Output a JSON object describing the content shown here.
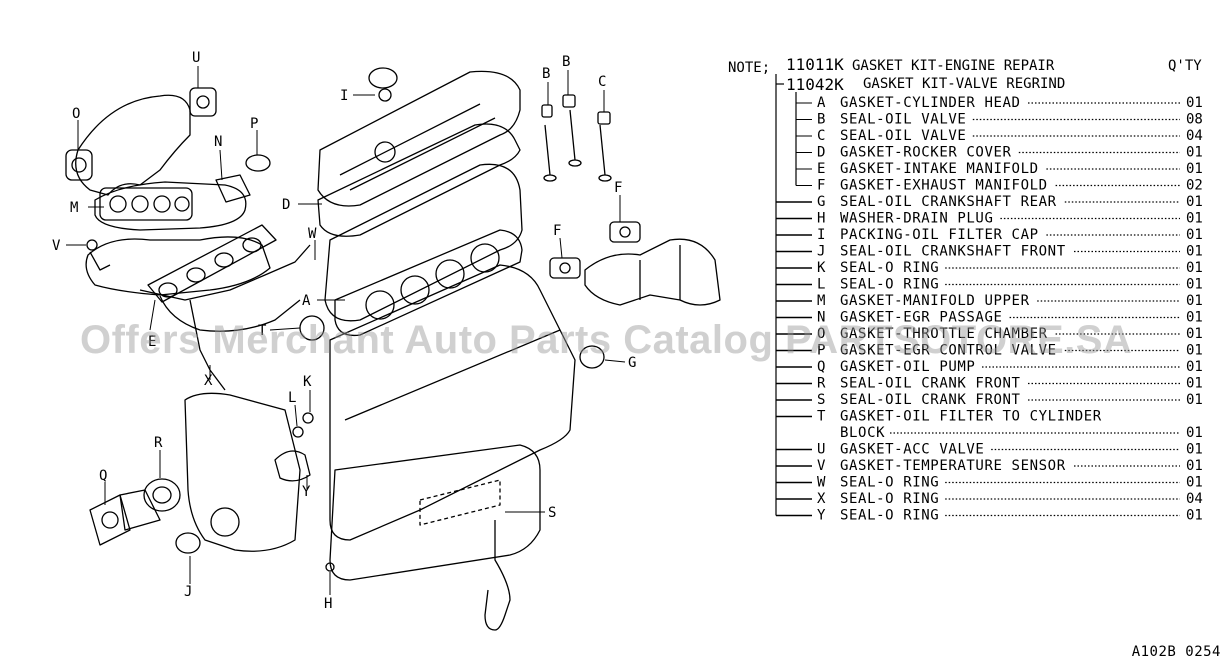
{
  "diagram": {
    "part_labels": [
      "A",
      "B",
      "B",
      "C",
      "D",
      "E",
      "F",
      "F",
      "G",
      "H",
      "I",
      "J",
      "K",
      "L",
      "M",
      "N",
      "O",
      "P",
      "Q",
      "R",
      "S",
      "T",
      "U",
      "V",
      "W",
      "X",
      "Y"
    ]
  },
  "legend": {
    "note_prefix": "NOTE;",
    "kit_main": {
      "code": "11011K",
      "name": "GASKET KIT-ENGINE REPAIR"
    },
    "qty_header": "Q'TY",
    "kit_sub": {
      "code": "11042K",
      "name": "GASKET KIT-VALVE REGRIND"
    },
    "items": [
      {
        "letter": "A",
        "name": "GASKET-CYLINDER HEAD",
        "qty": "01",
        "sub": true
      },
      {
        "letter": "B",
        "name": "SEAL-OIL VALVE",
        "qty": "08",
        "sub": true
      },
      {
        "letter": "C",
        "name": "SEAL-OIL VALVE",
        "qty": "04",
        "sub": true
      },
      {
        "letter": "D",
        "name": "GASKET-ROCKER COVER",
        "qty": "01",
        "sub": true
      },
      {
        "letter": "E",
        "name": "GASKET-INTAKE MANIFOLD",
        "qty": "01",
        "sub": true
      },
      {
        "letter": "F",
        "name": "GASKET-EXHAUST MANIFOLD",
        "qty": "02",
        "sub": true
      },
      {
        "letter": "G",
        "name": "SEAL-OIL CRANKSHAFT REAR",
        "qty": "01",
        "sub": false
      },
      {
        "letter": "H",
        "name": "WASHER-DRAIN PLUG",
        "qty": "01",
        "sub": false
      },
      {
        "letter": "I",
        "name": "PACKING-OIL FILTER CAP",
        "qty": "01",
        "sub": false
      },
      {
        "letter": "J",
        "name": "SEAL-OIL CRANKSHAFT FRONT",
        "qty": "01",
        "sub": false
      },
      {
        "letter": "K",
        "name": "SEAL-O RING",
        "qty": "01",
        "sub": false
      },
      {
        "letter": "L",
        "name": "SEAL-O RING",
        "qty": "01",
        "sub": false
      },
      {
        "letter": "M",
        "name": "GASKET-MANIFOLD UPPER",
        "qty": "01",
        "sub": false
      },
      {
        "letter": "N",
        "name": "GASKET-EGR PASSAGE",
        "qty": "01",
        "sub": false
      },
      {
        "letter": "O",
        "name": "GASKET-THROTTLE CHAMBER",
        "qty": "01",
        "sub": false
      },
      {
        "letter": "P",
        "name": "GASKET-EGR CONTROL VALVE",
        "qty": "01",
        "sub": false
      },
      {
        "letter": "Q",
        "name": "GASKET-OIL PUMP",
        "qty": "01",
        "sub": false
      },
      {
        "letter": "R",
        "name": "SEAL-OIL CRANK FRONT",
        "qty": "01",
        "sub": false
      },
      {
        "letter": "S",
        "name": "SEAL-OIL CRANK FRONT",
        "qty": "01",
        "sub": false
      },
      {
        "letter": "T",
        "name": "GASKET-OIL FILTER TO CYLINDER",
        "name2": "BLOCK",
        "qty": "01",
        "sub": false
      },
      {
        "letter": "U",
        "name": "GASKET-ACC VALVE",
        "qty": "01",
        "sub": false
      },
      {
        "letter": "V",
        "name": "GASKET-TEMPERATURE SENSOR",
        "qty": "01",
        "sub": false
      },
      {
        "letter": "W",
        "name": "SEAL-O RING",
        "qty": "01",
        "sub": false
      },
      {
        "letter": "X",
        "name": "SEAL-O RING",
        "qty": "04",
        "sub": false
      },
      {
        "letter": "Y",
        "name": "SEAL-O RING",
        "qty": "01",
        "sub": false
      }
    ]
  },
  "watermark": "Offers Merchant Auto Parts Catalog PARTSOTORE.SA",
  "ref_code": "A102B 0254"
}
